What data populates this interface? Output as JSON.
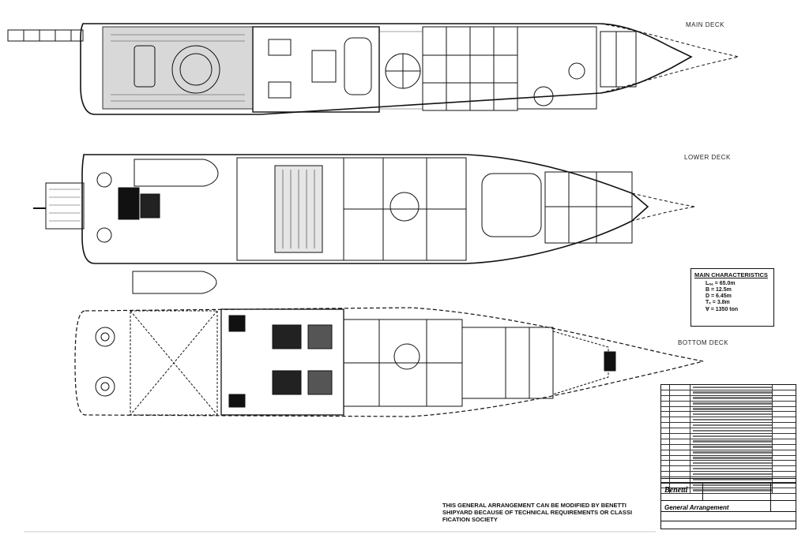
{
  "decks": {
    "main": "MAIN DECK",
    "lower": "LOWER DECK",
    "bottom": "BOTTOM DECK"
  },
  "characteristics": {
    "title": "MAIN CHARACTERISTICS",
    "rows": [
      "Lₒₐ = 65.0m",
      "B = 12.5m",
      "D = 6.45m",
      "Tₓ = 3.8m",
      "∀ = 1350 ton"
    ]
  },
  "title_block": {
    "logo": "Benetti",
    "drawing_title": "General Arrangement"
  },
  "note": "THIS GENERAL ARRANGEMENT CAN BE MODIFIED BY BENETTI SHIPYARD BECAUSE OF TECHNICAL REQUIREMENTS OR CLASSI FICATION SOCIETY"
}
